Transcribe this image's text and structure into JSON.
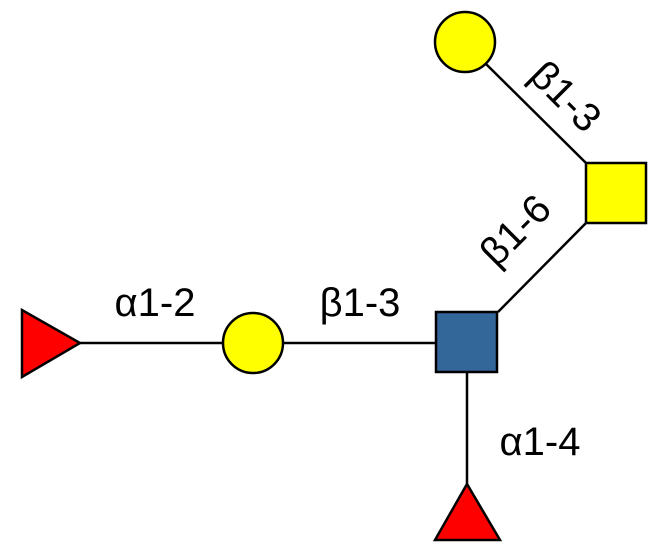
{
  "colors": {
    "fucose": "#ff0000",
    "galactose": "#ffff00",
    "galnac_yellow": "#ffff00",
    "glcnac_blue": "#336699",
    "line": "#000000"
  },
  "residues": [
    {
      "id": "fuc-left",
      "shape": "triangle",
      "color": "#ff0000"
    },
    {
      "id": "gal-left",
      "shape": "circle",
      "color": "#ffff00"
    },
    {
      "id": "core-square",
      "shape": "square",
      "color": "#336699"
    },
    {
      "id": "galnac-square",
      "shape": "square",
      "color": "#ffff00"
    },
    {
      "id": "gal-top",
      "shape": "circle",
      "color": "#ffff00"
    },
    {
      "id": "fuc-bottom",
      "shape": "triangle",
      "color": "#ff0000"
    }
  ],
  "linkages": {
    "fuc_gal": "α1-2",
    "gal_core": "β1-3",
    "core_galnac": "β1-6",
    "galnac_gal": "β1-3",
    "core_fuc": "α1-4"
  }
}
